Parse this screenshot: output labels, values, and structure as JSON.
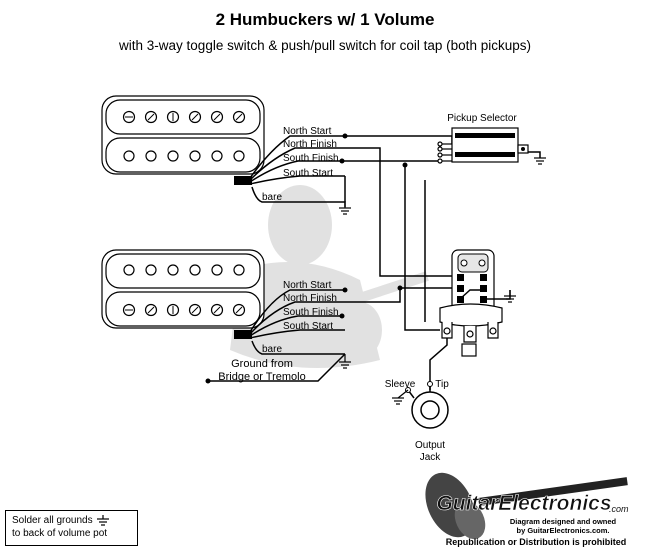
{
  "title": "2 Humbuckers w/ 1 Volume",
  "subtitle": "with 3-way toggle switch & push/pull switch for coil tap (both pickups)",
  "pickup_selector_label": "Pickup Selector",
  "neck_pickup_wires": {
    "north_start": "North Start",
    "north_finish": "North Finish",
    "south_finish": "South Finish",
    "south_start": "South Start",
    "bare": "bare"
  },
  "bridge_pickup_wires": {
    "north_start": "North Start",
    "north_finish": "North Finish",
    "south_finish": "South Finish",
    "south_start": "South Start",
    "bare": "bare"
  },
  "bridge_ground": {
    "line1": "Ground from",
    "line2": "Bridge or Tremolo"
  },
  "jack": {
    "sleeve": "Sleeve",
    "tip": "Tip",
    "label1": "Output",
    "label2": "Jack"
  },
  "note": {
    "line1": "Solder all grounds",
    "line2": "to back of volume pot"
  },
  "brand": {
    "name": "GuitarElectronics",
    "suffix": ".com",
    "credit1": "Diagram designed and owned",
    "credit2": "by GuitarElectronics.com.",
    "warning": "Republication or Distribution is prohibited"
  },
  "colors": {
    "ink": "#000000",
    "watermark": "#d9d9d9"
  }
}
